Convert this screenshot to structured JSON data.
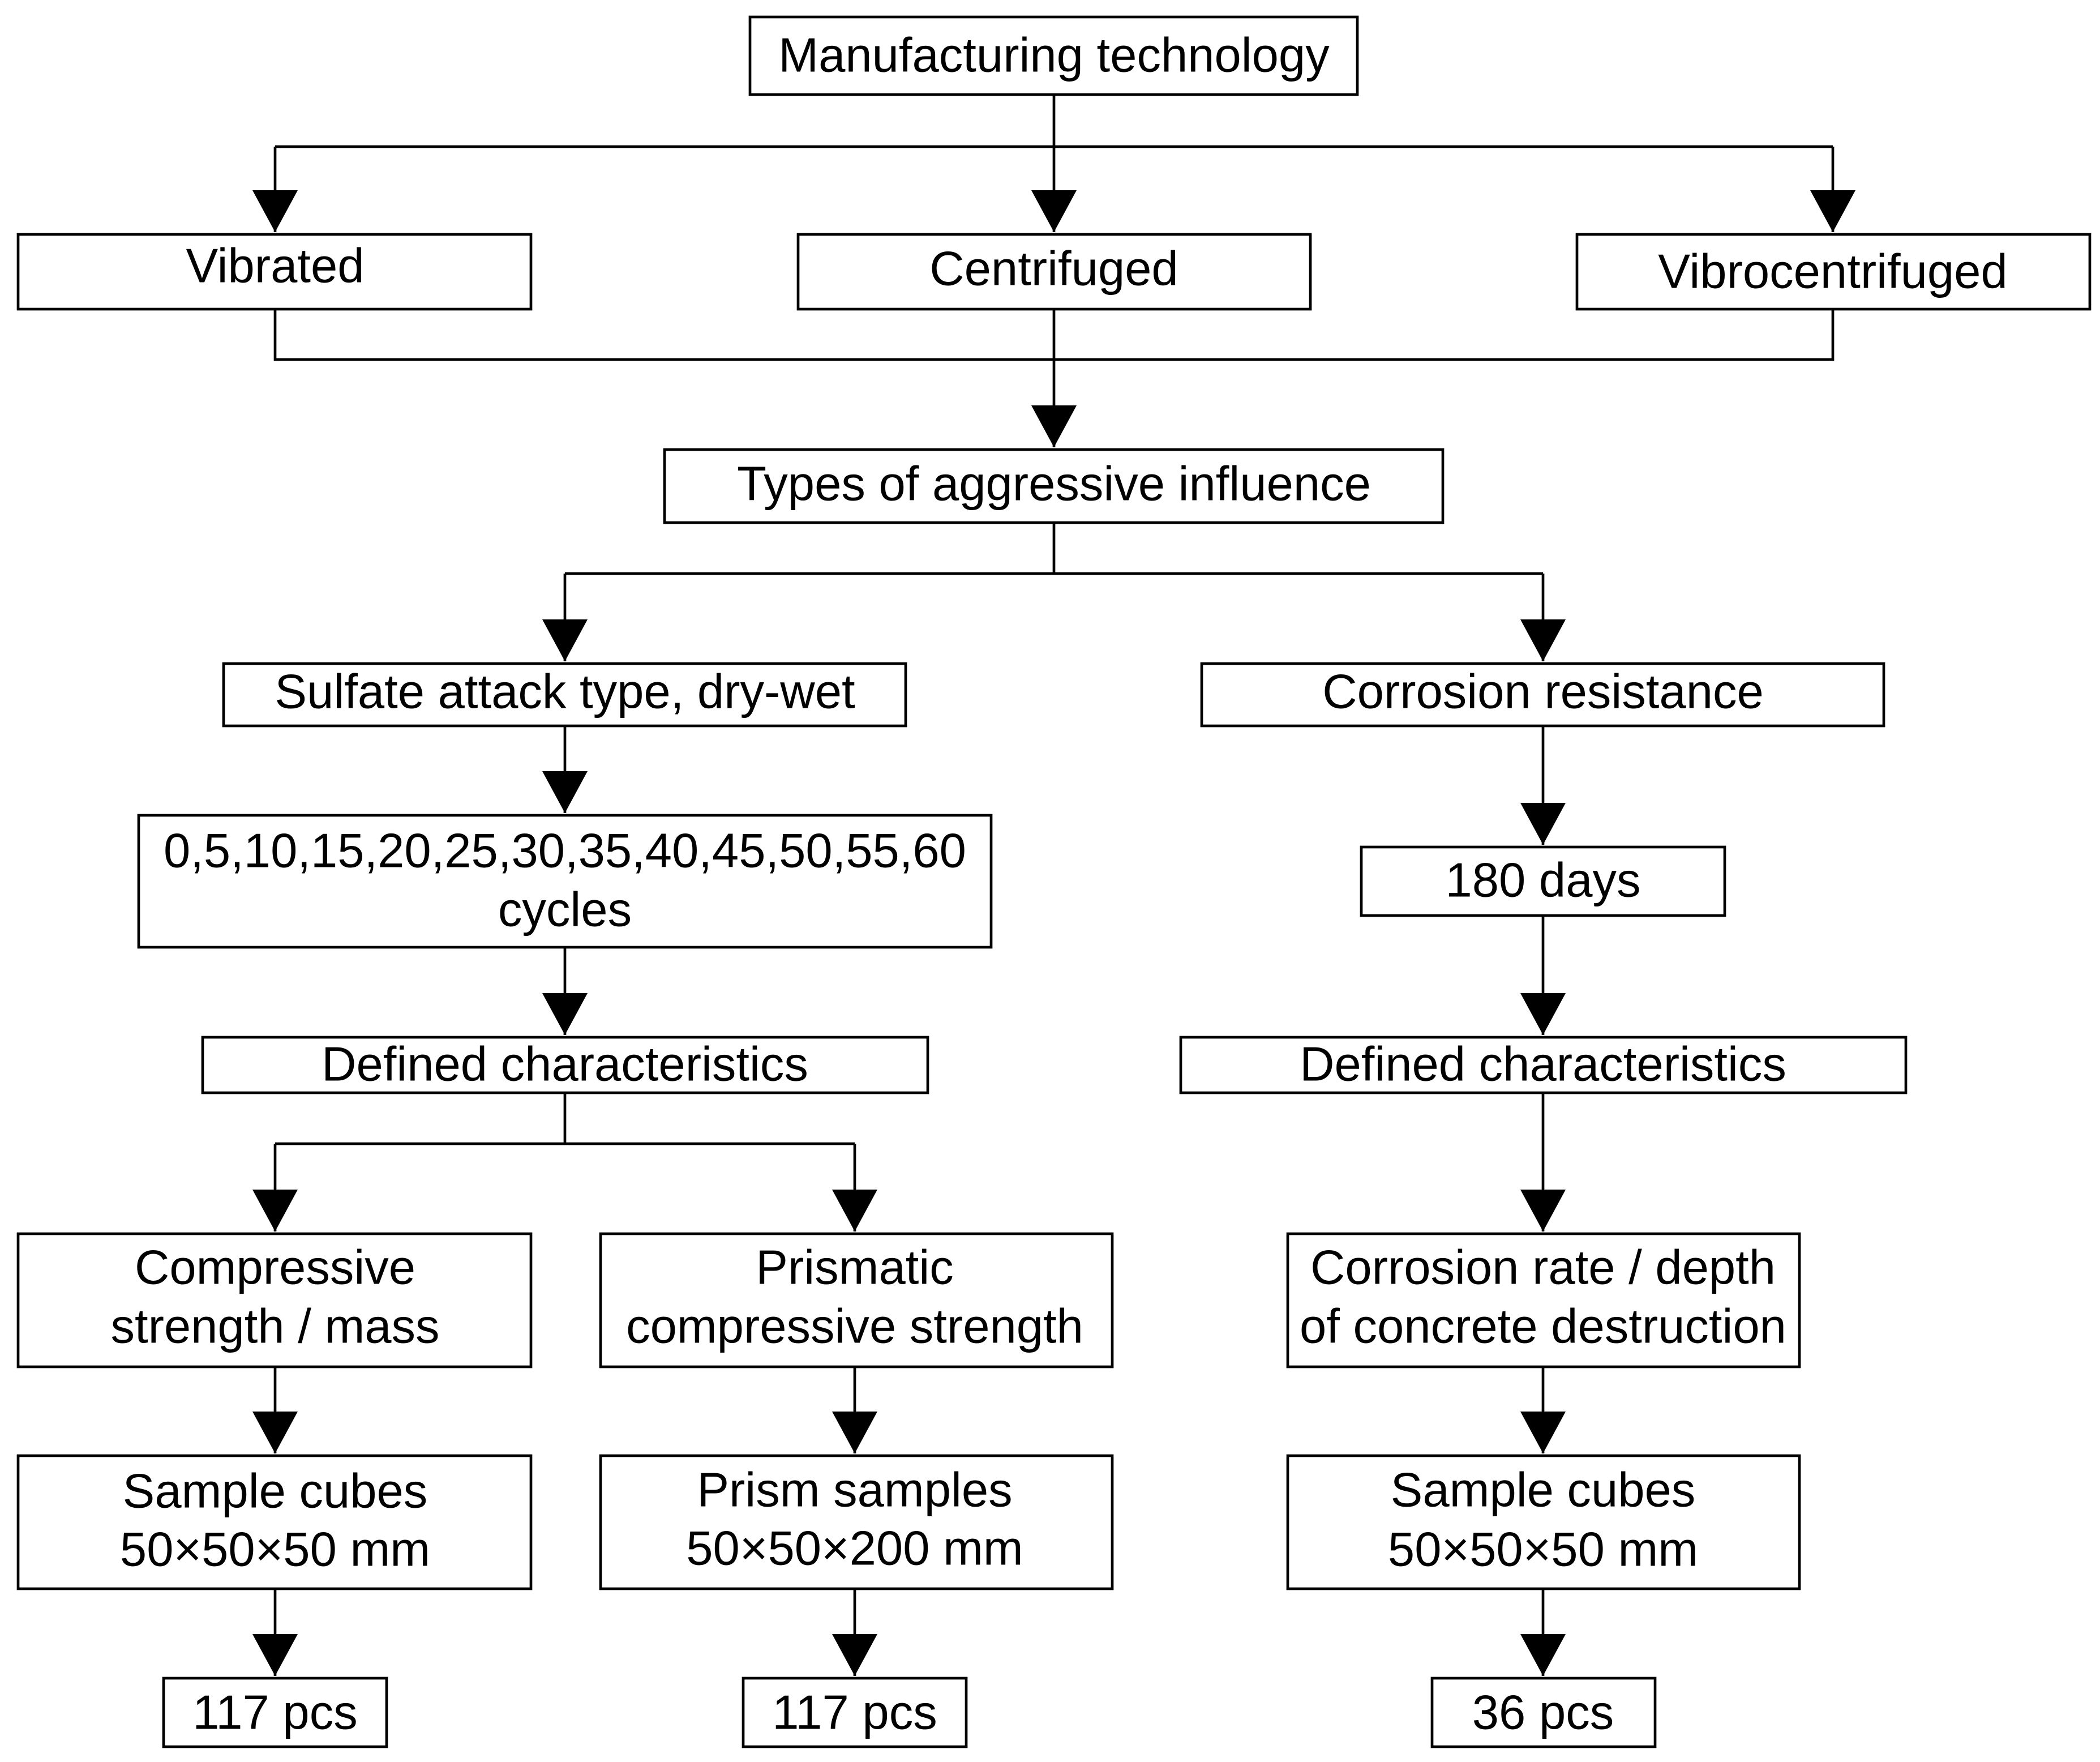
{
  "nodes": {
    "manufacturing": {
      "lines": [
        "Manufacturing technology"
      ]
    },
    "vibrated": {
      "lines": [
        "Vibrated"
      ]
    },
    "centrifuged": {
      "lines": [
        "Centrifuged"
      ]
    },
    "vibrocentrifuged": {
      "lines": [
        "Vibrocentrifuged"
      ]
    },
    "aggressive": {
      "lines": [
        "Types of aggressive influence"
      ]
    },
    "sulfate": {
      "lines": [
        "Sulfate attack type, dry-wet"
      ]
    },
    "corrosion": {
      "lines": [
        "Corrosion resistance"
      ]
    },
    "cycles": {
      "lines": [
        "0,5,10,15,20,25,30,35,40,45,50,55,60",
        "cycles"
      ]
    },
    "days": {
      "lines": [
        "180 days"
      ]
    },
    "defined_left": {
      "lines": [
        "Defined characteristics"
      ]
    },
    "defined_right": {
      "lines": [
        "Defined characteristics"
      ]
    },
    "compressive": {
      "lines": [
        "Compressive",
        "strength / mass"
      ]
    },
    "prismatic": {
      "lines": [
        "Prismatic",
        "compressive strength"
      ]
    },
    "corrosion_rate": {
      "lines": [
        "Corrosion rate / depth",
        "of concrete destruction"
      ]
    },
    "cubes_left": {
      "lines": [
        "Sample cubes",
        "50×50×50 mm"
      ]
    },
    "prisms": {
      "lines": [
        "Prism samples",
        "50×50×200 mm"
      ]
    },
    "cubes_right": {
      "lines": [
        "Sample cubes",
        "50×50×50 mm"
      ]
    },
    "pcs_left": {
      "lines": [
        "117 pcs"
      ]
    },
    "pcs_mid": {
      "lines": [
        "117 pcs"
      ]
    },
    "pcs_right": {
      "lines": [
        "36 pcs"
      ]
    }
  },
  "edges": [
    {
      "from": "manufacturing",
      "to": "vibrated"
    },
    {
      "from": "manufacturing",
      "to": "centrifuged"
    },
    {
      "from": "manufacturing",
      "to": "vibrocentrifuged"
    },
    {
      "from": "vibrated",
      "to": "aggressive"
    },
    {
      "from": "centrifuged",
      "to": "aggressive"
    },
    {
      "from": "vibrocentrifuged",
      "to": "aggressive"
    },
    {
      "from": "aggressive",
      "to": "sulfate"
    },
    {
      "from": "aggressive",
      "to": "corrosion"
    },
    {
      "from": "sulfate",
      "to": "cycles"
    },
    {
      "from": "cycles",
      "to": "defined_left"
    },
    {
      "from": "defined_left",
      "to": "compressive"
    },
    {
      "from": "defined_left",
      "to": "prismatic"
    },
    {
      "from": "compressive",
      "to": "cubes_left"
    },
    {
      "from": "prismatic",
      "to": "prisms"
    },
    {
      "from": "cubes_left",
      "to": "pcs_left"
    },
    {
      "from": "prisms",
      "to": "pcs_mid"
    },
    {
      "from": "corrosion",
      "to": "days"
    },
    {
      "from": "days",
      "to": "defined_right"
    },
    {
      "from": "defined_right",
      "to": "corrosion_rate"
    },
    {
      "from": "corrosion_rate",
      "to": "cubes_right"
    },
    {
      "from": "cubes_right",
      "to": "pcs_right"
    }
  ]
}
